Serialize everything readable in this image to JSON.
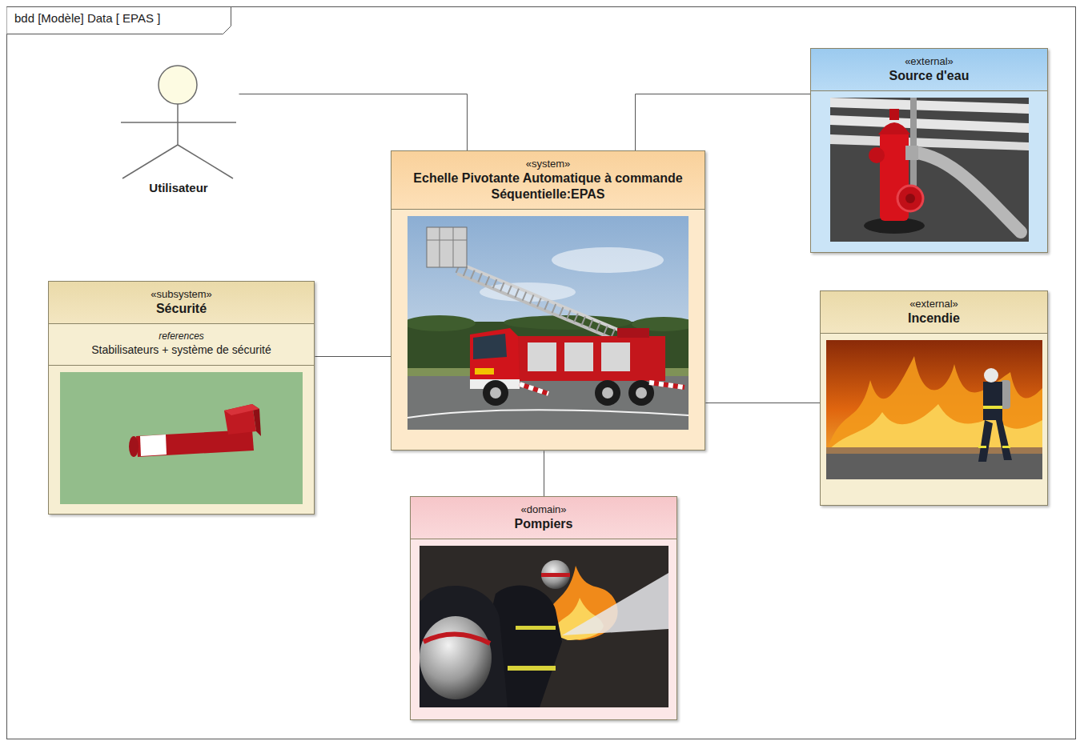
{
  "diagram": {
    "title": "bdd [Modèle] Data [ EPAS ]",
    "nodes": [
      {
        "text": [
          "Utilisateur"
        ]
      },
      {
        "text": [
          "«system»",
          "Echelle Pivotante Automatique à commande Séquentielle:EPAS"
        ]
      },
      {
        "text": [
          "«external»",
          "Source d'eau"
        ]
      },
      {
        "text": [
          "«subsystem»",
          "Sécurité",
          "references",
          "Stabilisateurs + système de sécurité"
        ]
      },
      {
        "text": [
          "«external»",
          "Incendie"
        ]
      },
      {
        "text": [
          "«domain»",
          "Pompiers"
        ]
      }
    ],
    "edges": [
      {
        "from": 0,
        "to": 1,
        "arrow": "none"
      },
      {
        "from": 1,
        "to": 2,
        "arrow": "none"
      },
      {
        "from": 3,
        "to": 1,
        "arrow": "none"
      },
      {
        "from": 1,
        "to": 4,
        "arrow": "none"
      },
      {
        "from": 1,
        "to": 5,
        "arrow": "none"
      }
    ]
  }
}
